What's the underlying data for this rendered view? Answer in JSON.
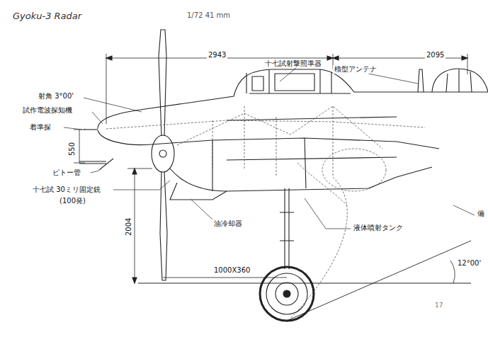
{
  "diagram": {
    "title": "Gyoku-3 Radar",
    "labels": [
      "1/72 41 mm",
      "2943",
      "2095",
      "十七試射撃照準器",
      "櫓型アンテナ",
      "射角 3°00'",
      "試作電波探知機",
      "着準探",
      "550",
      "ピトー管",
      "十七試 30ミリ固定銃",
      "(100発)",
      "2004",
      "油冷却器",
      "液体噴射タンク",
      "1000X360",
      "12°00'",
      "備",
      "17"
    ]
  }
}
